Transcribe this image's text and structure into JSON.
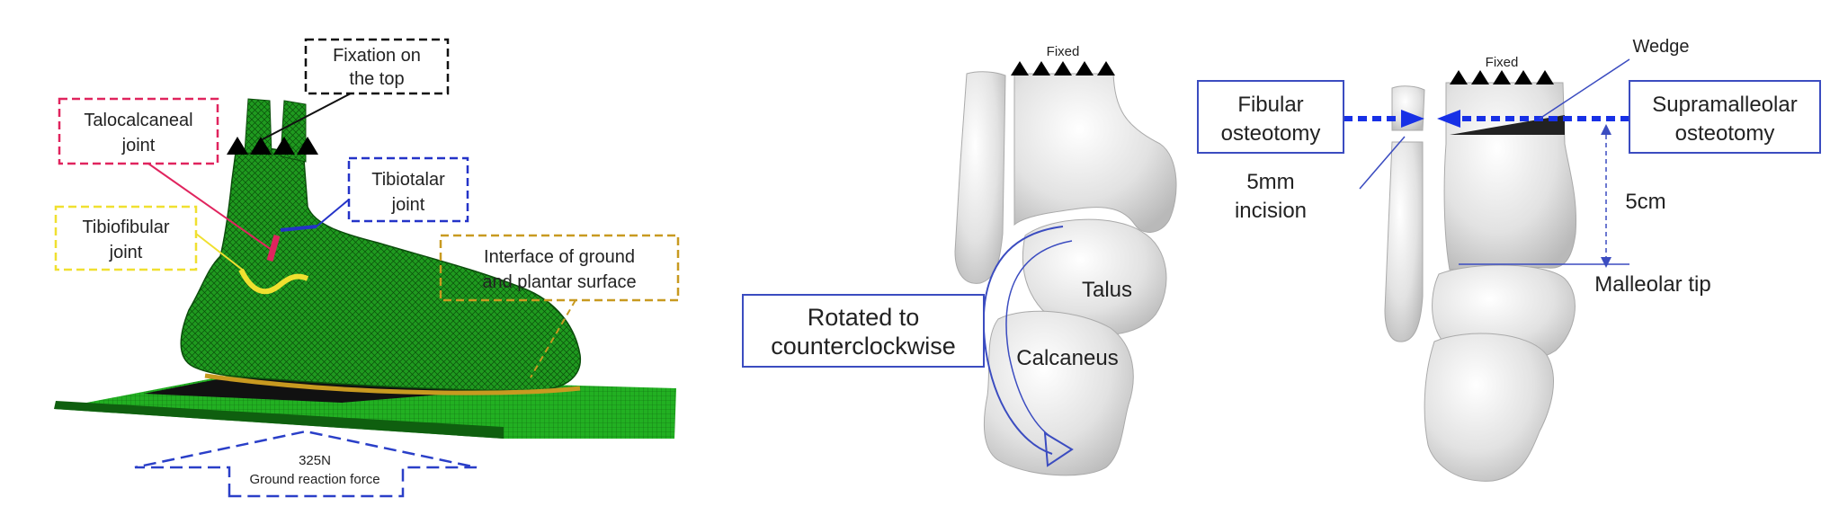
{
  "panel1": {
    "fixation_line1": "Fixation on",
    "fixation_line2": "the top",
    "talocalcaneal_line1": "Talocalcaneal",
    "talocalcaneal_line2": "joint",
    "tibiotalar_line1": "Tibiotalar",
    "tibiotalar_line2": "joint",
    "tibiofibular_line1": "Tibiofibular",
    "tibiofibular_line2": "joint",
    "interface_line1": "Interface of ground",
    "interface_line2": "and plantar surface",
    "force_value": "325N",
    "force_label": "Ground reaction force"
  },
  "panel2": {
    "fixed_label": "Fixed",
    "rotated_line1": "Rotated to",
    "rotated_line2": "counterclockwise",
    "talus_label": "Talus",
    "calcaneus_label": "Calcaneus"
  },
  "panel3": {
    "fixed_label": "Fixed",
    "wedge_label": "Wedge",
    "fibular_line1": "Fibular",
    "fibular_line2": "osteotomy",
    "supra_line1": "Supramalleolar",
    "supra_line2": "osteotomy",
    "incision_line1": "5mm",
    "incision_line2": "incision",
    "distance_label": "5cm",
    "malleolar_label": "Malleolar tip"
  },
  "colors": {
    "mesh_green": "#1f9a1f",
    "ground_green": "#22b022",
    "fixation_box": "#111111",
    "talocalcaneal_box": "#e0245e",
    "tibiotalar_box": "#2433c8",
    "tibiofibular_box": "#f0e030",
    "interface_box": "#c89a20",
    "force_arrow": "#2a3fc8",
    "callout_box": "#3b4cc0",
    "osteotomy_arrow": "#1730e6",
    "bone": "#e6e6e6"
  }
}
